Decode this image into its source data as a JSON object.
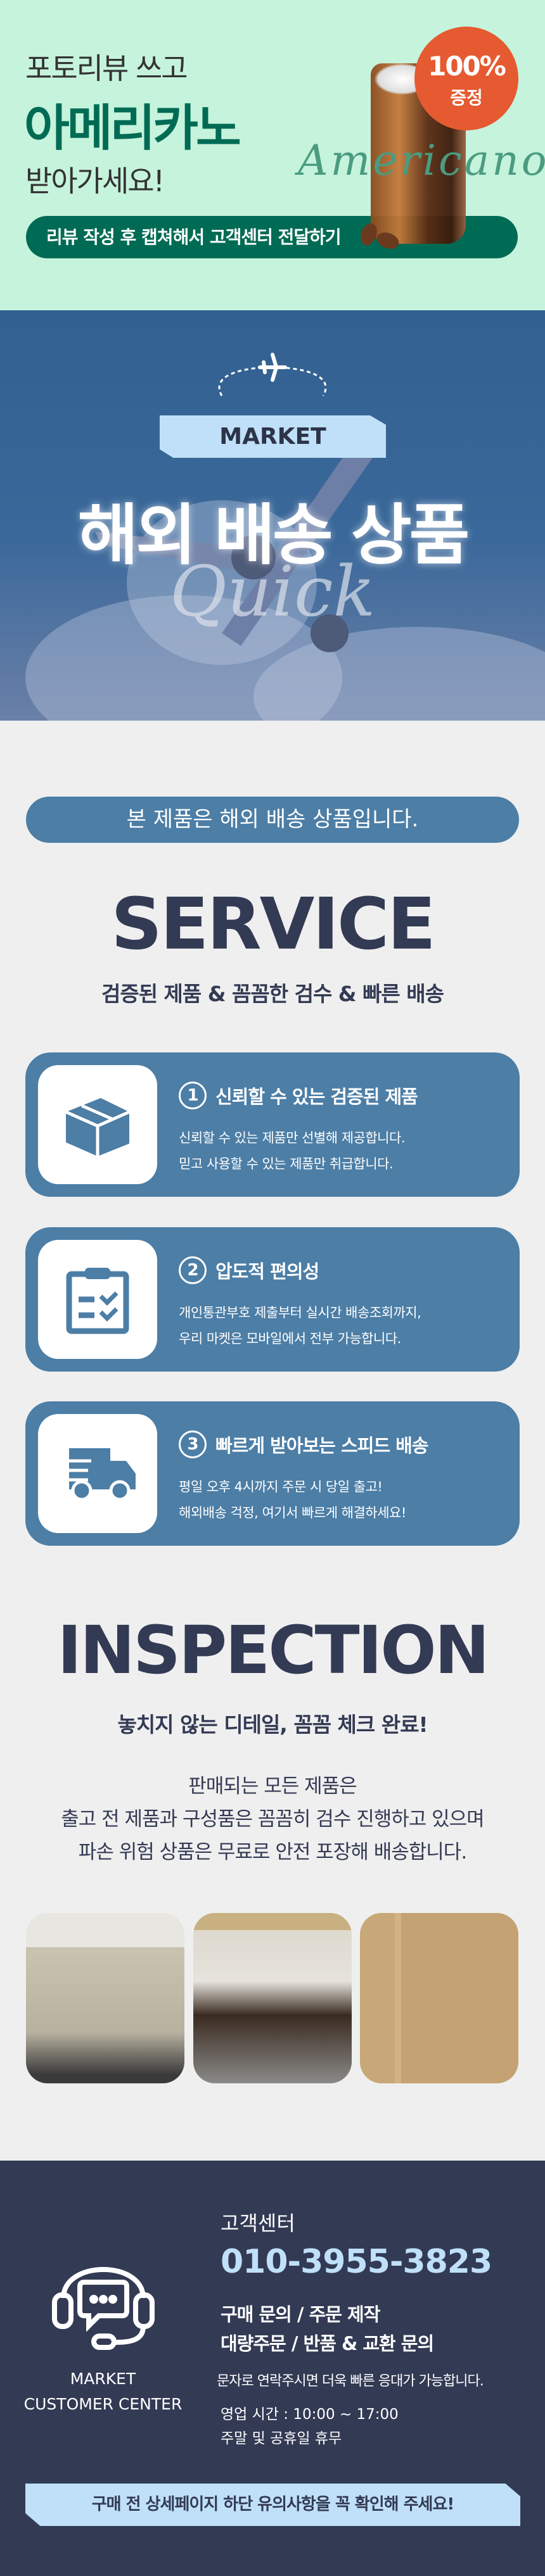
{
  "promo": {
    "line1": "포토리뷰 쓰고",
    "line2": "아메리카노",
    "line3": "받아가세요!",
    "script": "Americano",
    "badge_percent": "100%",
    "badge_label": "증정",
    "pill": "리뷰 작성 후 캡쳐해서 고객센터 전달하기"
  },
  "hero": {
    "tag": "MARKET",
    "title": "해외 배송 상품",
    "script": "Quick"
  },
  "notice": "본 제품은 해외 배송 상품입니다.",
  "service": {
    "heading": "SERVICE",
    "subtitle": "검증된 제품 & 꼼꼼한 검수 & 빠른 배송",
    "cards": [
      {
        "num": "1",
        "title": "신뢰할 수 있는 검증된 제품",
        "line1": "신뢰할 수 있는 제품만 선별해 제공합니다.",
        "line2": "믿고 사용할 수 있는 제품만 취급합니다.",
        "icon": "box-icon"
      },
      {
        "num": "2",
        "title": "압도적 편의성",
        "line1": "개인통관부호 제출부터 실시간 배송조회까지,",
        "line2": "우리 마켓은 모바일에서 전부 가능합니다.",
        "icon": "clipboard-check-icon"
      },
      {
        "num": "3",
        "title": "빠르게 받아보는 스피드 배송",
        "line1": "평일 오후 4시까지 주문 시 당일 출고!",
        "line2": "해외배송 걱정, 여기서 빠르게 해결하세요!",
        "icon": "delivery-truck-icon"
      }
    ]
  },
  "inspection": {
    "heading": "INSPECTION",
    "subtitle": "놓치지 않는 디테일, 꼼꼼 체크 완료!",
    "line1": "판매되는 모든 제품은",
    "line2": "출고 전 제품과 구성품은 꼼꼼히 검수 진행하고 있으며",
    "line3": "파손 위험 상품은 무료로 안전 포장해 배송합니다."
  },
  "footer": {
    "label1": "MARKET",
    "label2": "CUSTOMER CENTER",
    "cs_title": "고객센터",
    "phone": "010-3955-3823",
    "topics1": "구매 문의 / 주문 제작",
    "topics2": "대량주문 / 반품 & 교환 문의",
    "sms": "문자로 연락주시면 더욱 빠른 응대가 가능합니다.",
    "hours": "영업 시간 : 10:00 ~ 17:00",
    "closed": "주말 및 공휴일 휴무",
    "bar": "구매 전 상세페이지 하단 유의사항을 꼭 확인해 주세요!"
  },
  "colors": {
    "mint": "#c6f3dc",
    "green": "#006b54",
    "orange": "#e55a30",
    "blue": "#4c7ea6",
    "navy": "#333a54",
    "light_blue": "#bfe0f8"
  }
}
